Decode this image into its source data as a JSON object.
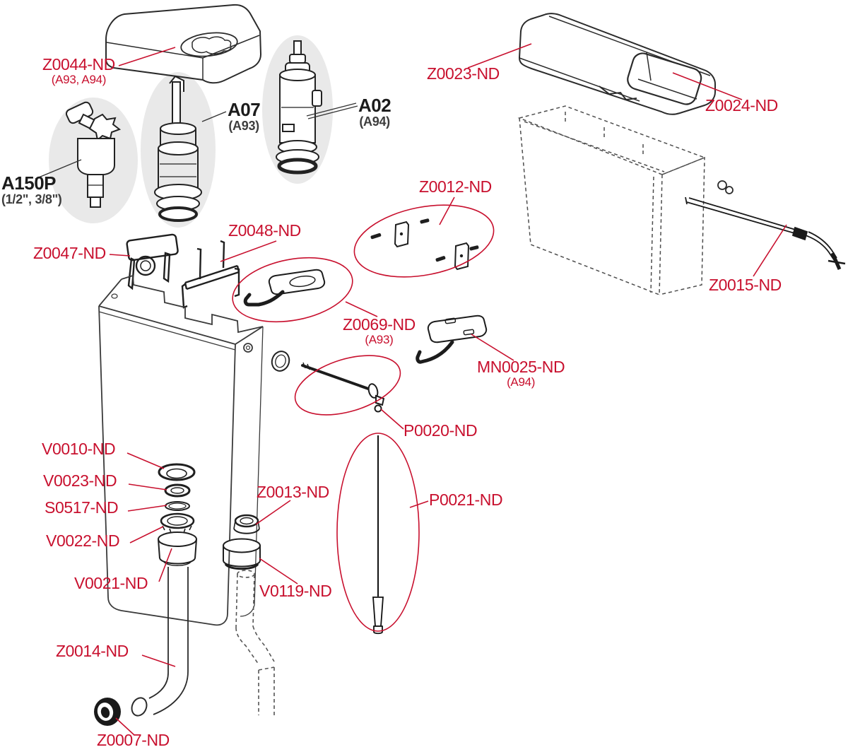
{
  "colors": {
    "label_red": "#c8102e",
    "leader_red": "#c8102e",
    "line_dark": "#2b2b2b",
    "dashed_gray": "#4d4d4d",
    "spotlight_gray": "#e9e9e9",
    "background": "#ffffff"
  },
  "labels": [
    {
      "id": "z0044-nd",
      "text": "Z0044-ND",
      "sub": "(A93, A94)",
      "color": "red"
    },
    {
      "id": "a150p",
      "text": "A150P",
      "sub": "(1/2\", 3/8\")",
      "color": "black"
    },
    {
      "id": "a07",
      "text": "A07",
      "sub": "(A93)",
      "color": "black"
    },
    {
      "id": "a02",
      "text": "A02",
      "sub": "(A94)",
      "color": "black"
    },
    {
      "id": "z0023-nd",
      "text": "Z0023-ND",
      "color": "red"
    },
    {
      "id": "z0024-nd",
      "text": "Z0024-ND",
      "color": "red"
    },
    {
      "id": "z0012-nd",
      "text": "Z0012-ND",
      "color": "red"
    },
    {
      "id": "z0015-nd",
      "text": "Z0015-ND",
      "color": "red"
    },
    {
      "id": "z0047-nd",
      "text": "Z0047-ND",
      "color": "red"
    },
    {
      "id": "z0048-nd",
      "text": "Z0048-ND",
      "color": "red"
    },
    {
      "id": "z0069-nd",
      "text": "Z0069-ND",
      "sub": "(A93)",
      "color": "red"
    },
    {
      "id": "mn0025-nd",
      "text": "MN0025-ND",
      "sub": "(A94)",
      "color": "red"
    },
    {
      "id": "p0020-nd",
      "text": "P0020-ND",
      "color": "red"
    },
    {
      "id": "v0010-nd",
      "text": "V0010-ND",
      "color": "red"
    },
    {
      "id": "v0023-nd",
      "text": "V0023-ND",
      "color": "red"
    },
    {
      "id": "s0517-nd",
      "text": "S0517-ND",
      "color": "red"
    },
    {
      "id": "v0022-nd",
      "text": "V0022-ND",
      "color": "red"
    },
    {
      "id": "v0021-nd",
      "text": "V0021-ND",
      "color": "red"
    },
    {
      "id": "z0013-nd",
      "text": "Z0013-ND",
      "color": "red"
    },
    {
      "id": "v0119-nd",
      "text": "V0119-ND",
      "color": "red"
    },
    {
      "id": "p0021-nd",
      "text": "P0021-ND",
      "color": "red"
    },
    {
      "id": "z0014-nd",
      "text": "Z0014-ND",
      "color": "red"
    },
    {
      "id": "z0007-nd",
      "text": "Z0007-ND",
      "color": "red"
    }
  ]
}
